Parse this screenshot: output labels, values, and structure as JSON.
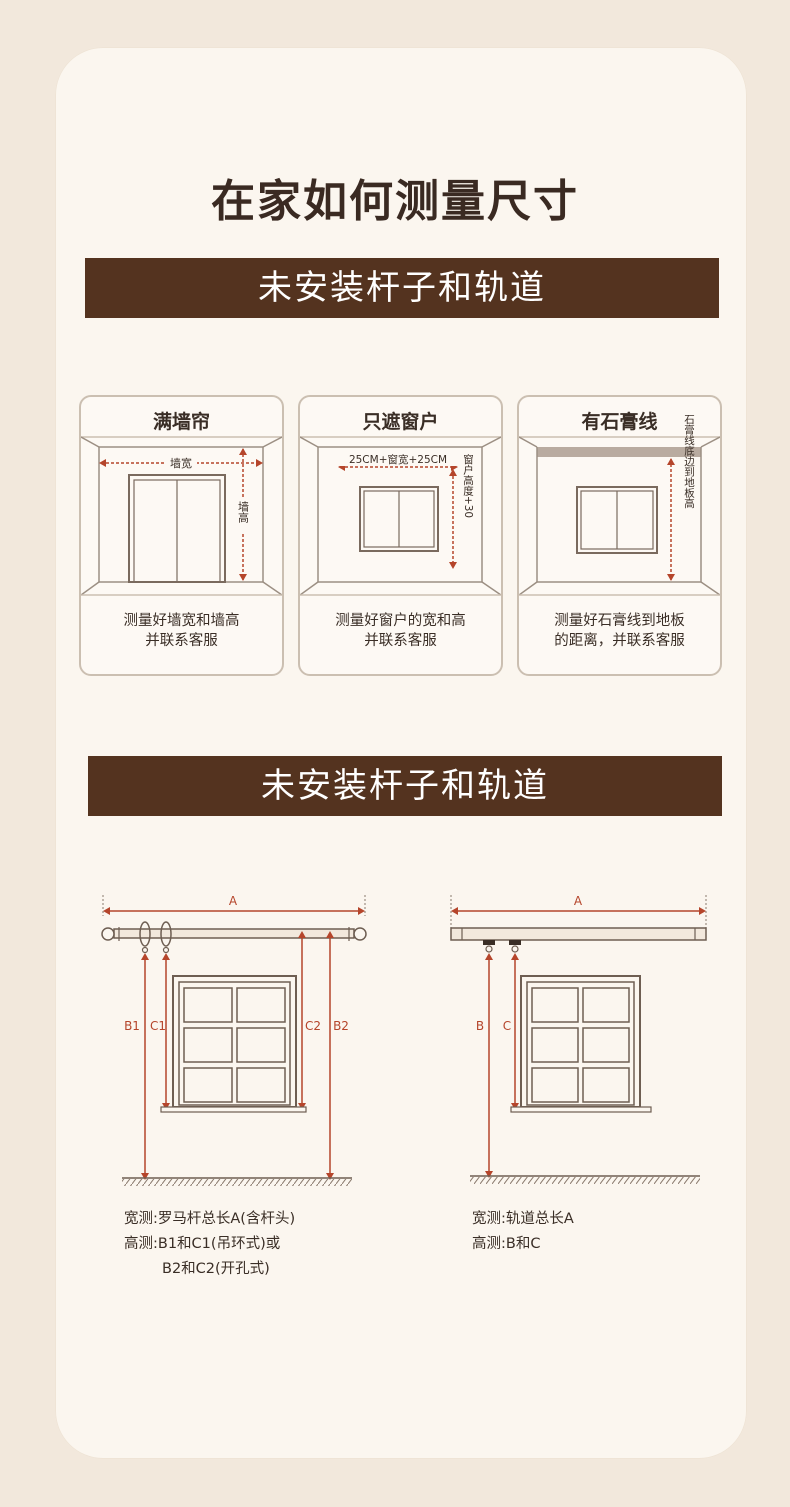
{
  "title": "在家如何测量尺寸",
  "section1": {
    "heading": "未安装杆子和轨道",
    "panels": [
      {
        "title": "满墙帘",
        "width_label": "墙宽",
        "height_label": "墙高",
        "desc_line1": "测量好墙宽和墙高",
        "desc_line2": "并联系客服"
      },
      {
        "title": "只遮窗户",
        "width_label": "25CM+窗宽+25CM",
        "height_label": "窗户高度+30",
        "desc_line1": "测量好窗户的宽和高",
        "desc_line2": "并联系客服"
      },
      {
        "title": "有石膏线",
        "height_label": "石膏线底边到地板高",
        "desc_line1": "测量好石膏线到地板",
        "desc_line2": "的距离，并联系客服"
      }
    ]
  },
  "section2": {
    "heading": "未安装杆子和轨道",
    "left": {
      "label_a": "A",
      "label_b1": "B1",
      "label_c1": "C1",
      "label_c2": "C2",
      "label_b2": "B2",
      "caption1": "宽测:罗马杆总长A(含杆头)",
      "caption2": "高测:B1和C1(吊环式)或",
      "caption3": "B2和C2(开孔式)"
    },
    "right": {
      "label_a": "A",
      "label_b": "B",
      "label_c": "C",
      "caption1": "宽测:轨道总长A",
      "caption2": "高测:B和C"
    }
  },
  "colors": {
    "brown_bar": "#54331f",
    "accent_red": "#b5452b",
    "background": "#f2e8dc",
    "card": "#fbf6ef"
  }
}
